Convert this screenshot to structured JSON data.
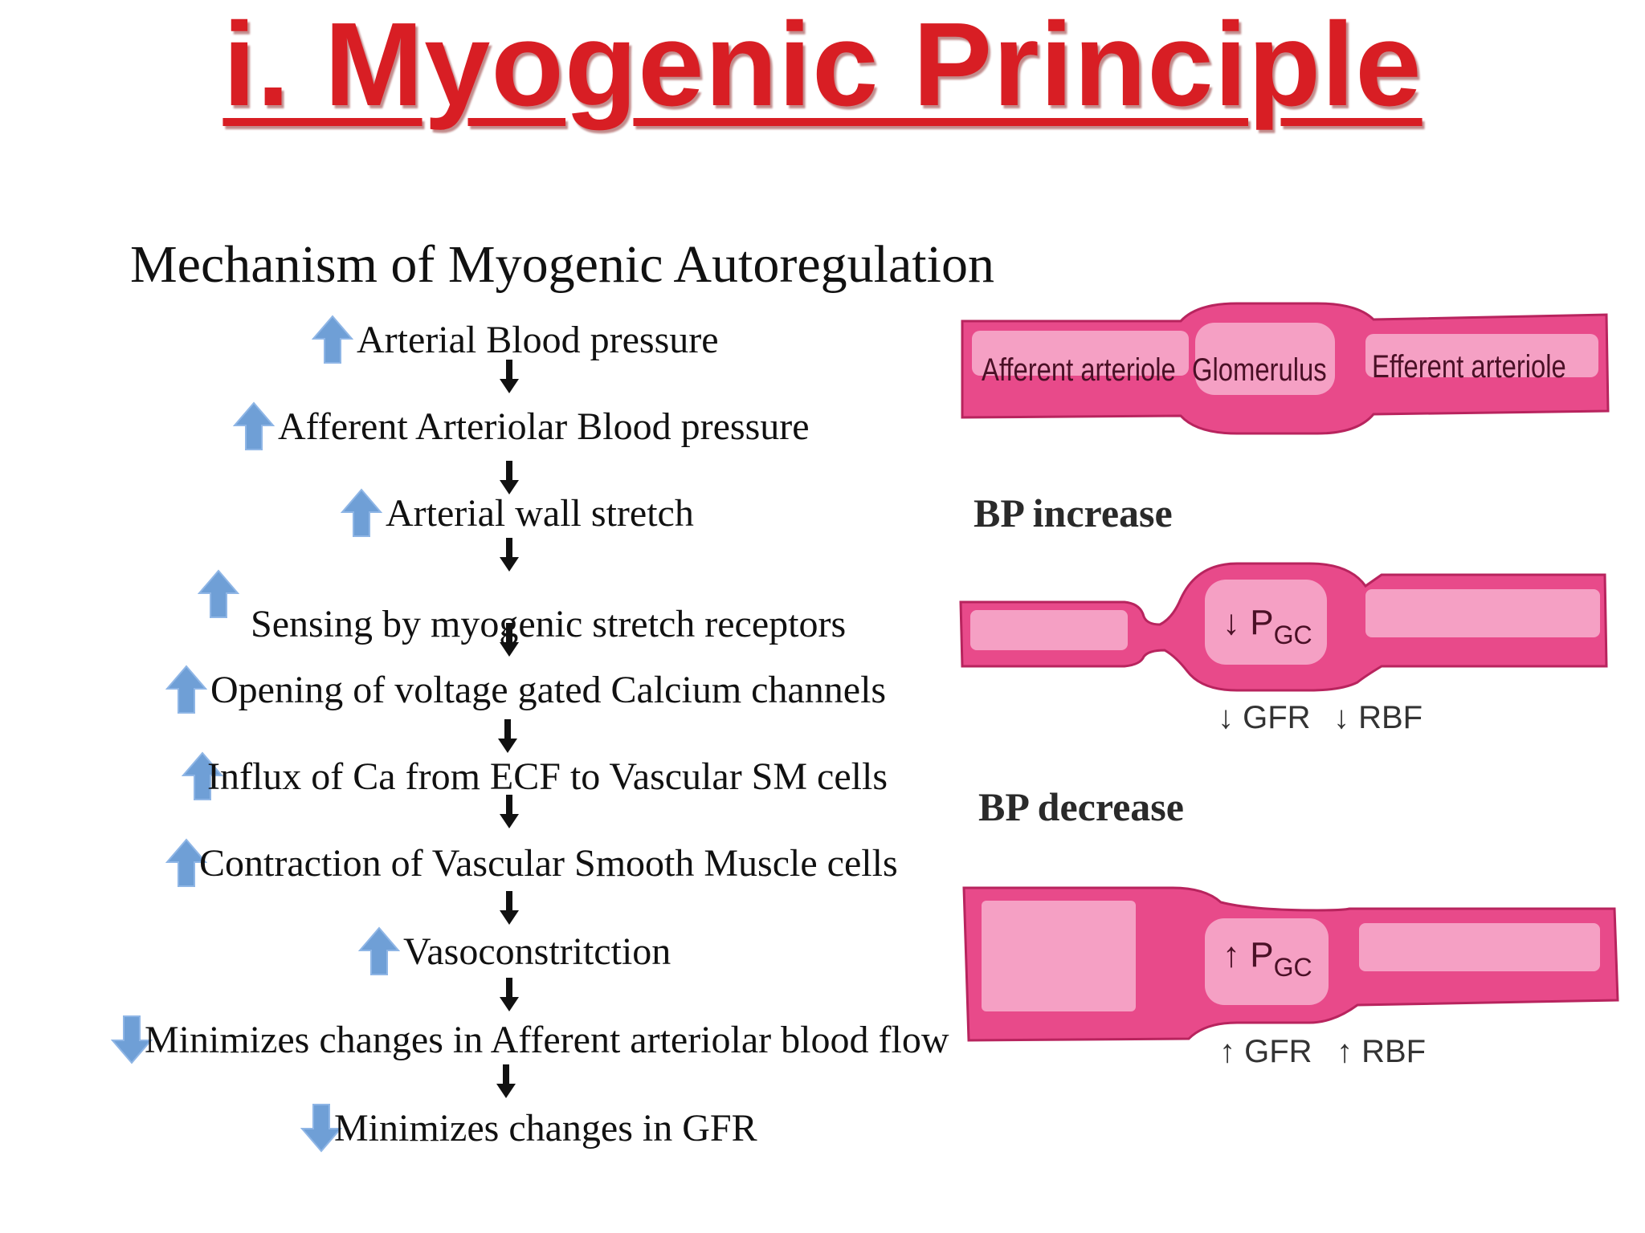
{
  "title": "i. Myogenic Principle",
  "mechanism_title": "Mechanism of Myogenic Autoregulation",
  "steps": [
    {
      "text": "Arterial Blood pressure",
      "direction": "up"
    },
    {
      "text": "Afferent Arteriolar Blood pressure",
      "direction": "up"
    },
    {
      "text": "Arterial wall stretch",
      "direction": "up"
    },
    {
      "text": "Sensing by myogenic stretch receptors",
      "direction": "up"
    },
    {
      "text": "Opening of voltage gated Calcium channels",
      "direction": "up"
    },
    {
      "text": "Influx of Ca from ECF to Vascular SM cells",
      "direction": "up"
    },
    {
      "text": "Contraction of Vascular Smooth Muscle cells",
      "direction": "up"
    },
    {
      "text": "Vasoconstritction",
      "direction": "up"
    },
    {
      "text": "Minimizes changes in Afferent arteriolar blood flow",
      "direction": "down"
    },
    {
      "text": "Minimizes changes in GFR",
      "direction": "down"
    }
  ],
  "diagram": {
    "labels": {
      "afferent": "Afferent arteriole",
      "glomerulus": "Glomerulus",
      "efferent": "Efferent arteriole"
    },
    "bp_increase": {
      "label": "BP increase",
      "pgc": "↓ P",
      "pgc_sub": "GC",
      "gfr": "↓ GFR",
      "rbf": "↓ RBF"
    },
    "bp_decrease": {
      "label": "BP decrease",
      "pgc": "↑ P",
      "pgc_sub": "GC",
      "gfr": "↑ GFR",
      "rbf": "↑ RBF"
    }
  },
  "colors": {
    "title_red": "#d81e24",
    "vessel_pink": "#e84a8a",
    "vessel_light": "#f7a8c8",
    "arrow_blue": "#6f9fd6"
  }
}
